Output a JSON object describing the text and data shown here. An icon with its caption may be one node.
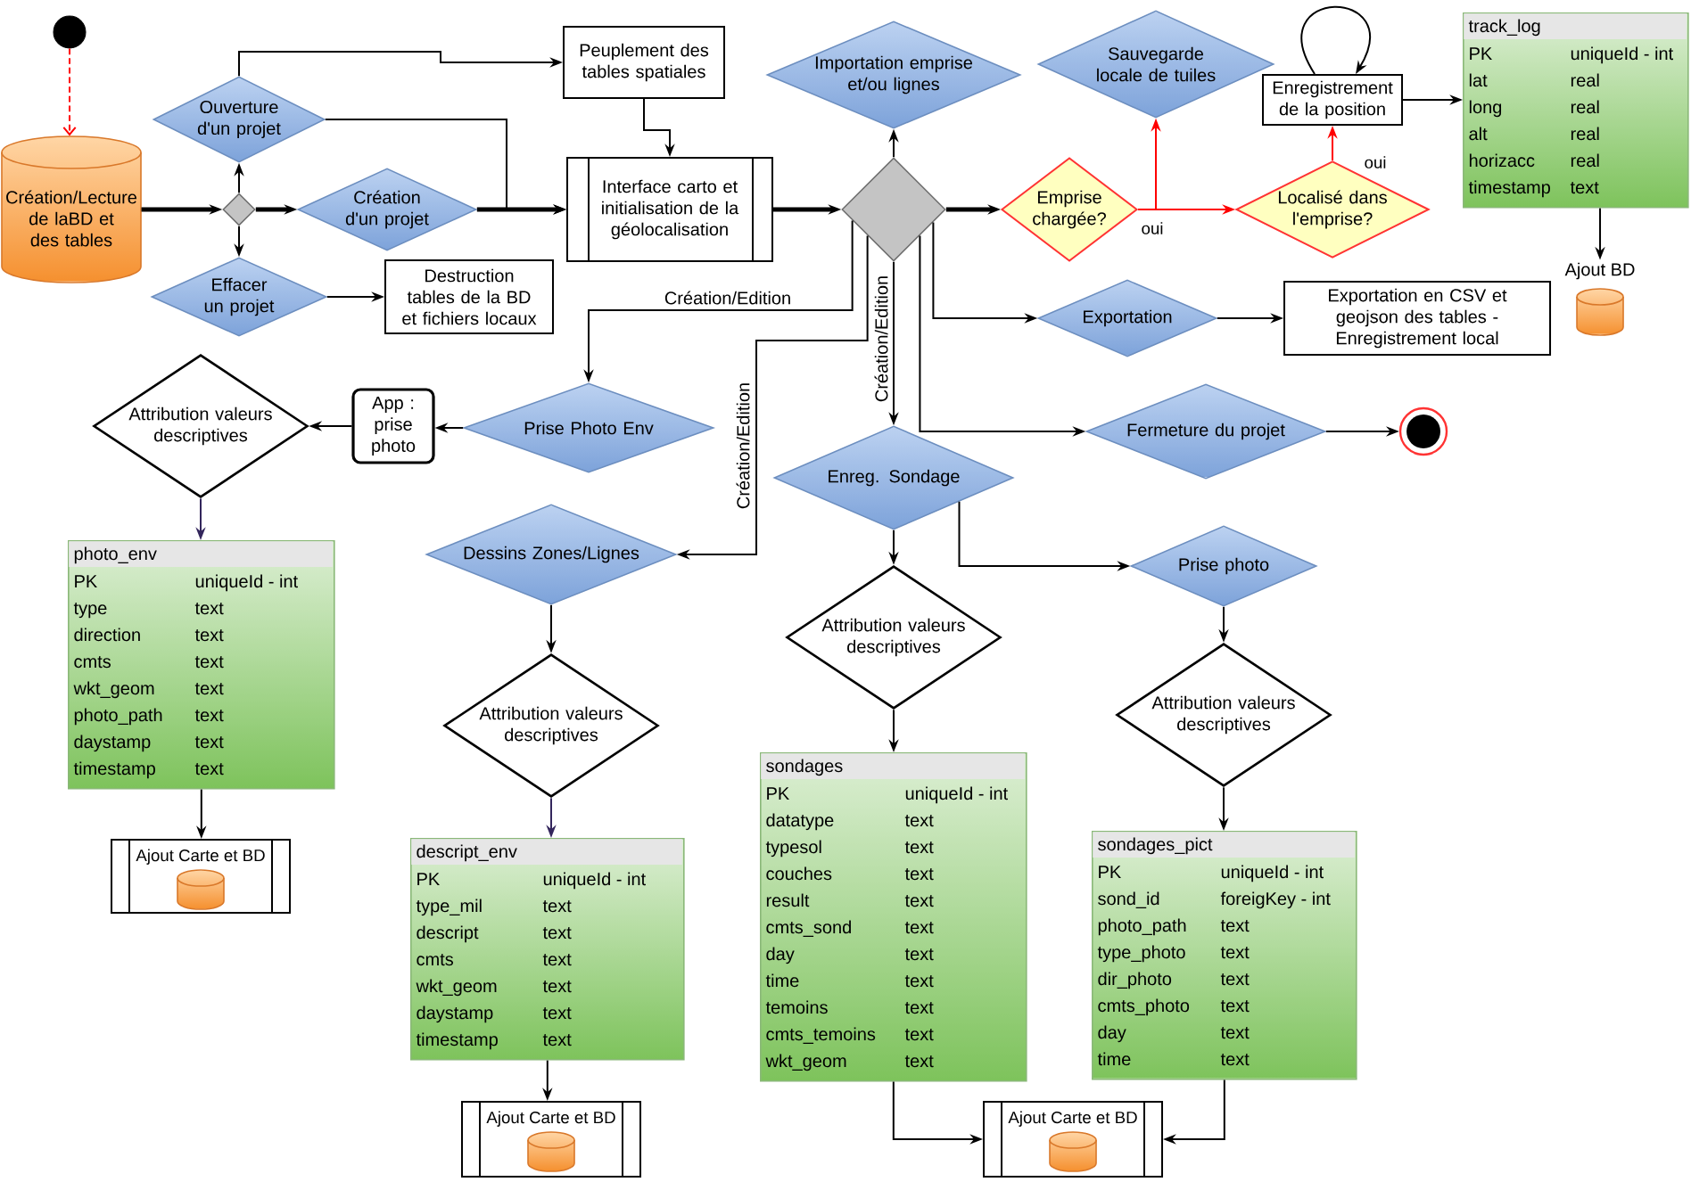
{
  "diagram": {
    "nodes": [
      {
        "text": [],
        "shape": "circle"
      },
      {
        "text": [
          "Création/Lecture de laBD et des tables"
        ]
      },
      {
        "text": [],
        "shape": "diamond"
      },
      {
        "text": [
          "Ouverture d'un projet"
        ]
      },
      {
        "text": [
          "Création d'un projet"
        ]
      },
      {
        "text": [
          "Effacer un projet"
        ]
      },
      {
        "text": [
          "Peuplement des tables spatiales"
        ]
      },
      {
        "text": [
          "Interface carto et initialisation de la géolocalisation"
        ]
      },
      {
        "text": [
          "Destruction tables de la BD et fichiers locaux"
        ]
      },
      {
        "text": [],
        "shape": "diamond"
      },
      {
        "text": [
          "Importation emprise et/ou lignes"
        ]
      },
      {
        "text": [
          "Sauvegarde locale de tuiles"
        ]
      },
      {
        "text": [
          "Emprise chargée?"
        ]
      },
      {
        "text": [
          "Localisé dans l'emprise?"
        ]
      },
      {
        "text": [
          "Enregistrement de la position"
        ]
      },
      {
        "text": [
          "track_log",
          "PK",
          "uniqueId - int",
          "lat",
          "real",
          "long",
          "real",
          "alt",
          "real",
          "horizacc",
          "real",
          "timestamp",
          "text"
        ]
      },
      {
        "text": [
          "Ajout BD"
        ]
      },
      {
        "text": [
          "Exportation"
        ]
      },
      {
        "text": [
          "Exportation en CSV et geojson des tables - Enregistrement local"
        ]
      },
      {
        "text": [
          "Fermeture du projet"
        ]
      },
      {
        "text": [],
        "shape": "circle"
      },
      {
        "text": [
          "Prise Photo Env"
        ]
      },
      {
        "text": [
          "App : prise photo"
        ]
      },
      {
        "text": [
          "Attribution valeurs descriptives"
        ]
      },
      {
        "text": [
          "photo_env",
          "PK",
          "uniqueId - int",
          "type",
          "text",
          "direction",
          "text",
          "cmts",
          "text",
          "wkt_geom",
          "text",
          "photo_path",
          "text",
          "daystamp",
          "text",
          "timestamp",
          "text"
        ]
      },
      {
        "text": [
          "Ajout Carte et BD"
        ]
      },
      {
        "text": [
          "Enreg. Sondage"
        ]
      },
      {
        "text": [
          "Dessins Zones/Lignes"
        ]
      },
      {
        "text": [
          "Prise photo"
        ]
      },
      {
        "text": [
          "Attribution valeurs descriptives"
        ]
      },
      {
        "text": [
          "Attribution valeurs descriptives"
        ]
      },
      {
        "text": [
          "Attribution valeurs descriptives"
        ]
      },
      {
        "text": [
          "descript_env",
          "PK",
          "uniqueId - int",
          "type_mil",
          "text",
          "descript",
          "text",
          "cmts",
          "text",
          "wkt_geom",
          "text",
          "daystamp",
          "text",
          "timestamp",
          "text"
        ]
      },
      {
        "text": [
          "sondages",
          "PK",
          "uniqueId - int",
          "datatype",
          "text",
          "typesol",
          "text",
          "couches",
          "text",
          "result",
          "text",
          "cmts_sond",
          "text",
          "day",
          "text",
          "time",
          "text",
          "temoins",
          "text",
          "cmts_temoins",
          "text",
          "wkt_geom",
          "text"
        ]
      },
      {
        "text": [
          "sondages_pict",
          "PK",
          "uniqueId - int",
          "sond_id",
          "foreigKey - int",
          "photo_path",
          "text",
          "type_photo",
          "text",
          "dir_photo",
          "text",
          "cmts_photo",
          "text",
          "day",
          "text",
          "time",
          "text"
        ]
      },
      {
        "text": [
          "Ajout Carte et BD"
        ]
      },
      {
        "text": [
          "Ajout Carte et BD"
        ]
      }
    ],
    "edges": [
      {
        "from": 0,
        "to": 1,
        "arrow": "to",
        "style": "dashed",
        "color": "#ff0000"
      },
      {
        "from": 1,
        "to": 2,
        "arrow": "to",
        "style": "thick"
      },
      {
        "from": 2,
        "to": 3,
        "arrow": "to"
      },
      {
        "from": 2,
        "to": 4,
        "arrow": "to",
        "style": "thick"
      },
      {
        "from": 2,
        "to": 5,
        "arrow": "to"
      },
      {
        "from": 3,
        "to": 6,
        "arrow": "to"
      },
      {
        "from": 3,
        "to": 7,
        "arrow": "to"
      },
      {
        "from": 4,
        "to": 7,
        "arrow": "to",
        "style": "thick"
      },
      {
        "from": 5,
        "to": 8,
        "arrow": "to"
      },
      {
        "from": 6,
        "to": 7,
        "arrow": "to"
      },
      {
        "from": 7,
        "to": 9,
        "arrow": "to",
        "style": "thick"
      },
      {
        "from": 9,
        "to": 10,
        "arrow": "to"
      },
      {
        "from": 9,
        "to": 12,
        "arrow": "to",
        "style": "thick"
      },
      {
        "from": 12,
        "to": 11,
        "arrow": "to",
        "color": "#ff0000"
      },
      {
        "from": 12,
        "to": 13,
        "arrow": "to",
        "label": "oui",
        "color": "#ff0000"
      },
      {
        "from": 13,
        "to": 14,
        "arrow": "to",
        "label": "oui",
        "color": "#ff0000"
      },
      {
        "from": 14,
        "to": 14,
        "arrow": "to"
      },
      {
        "from": 14,
        "to": 15,
        "arrow": "to"
      },
      {
        "from": 15,
        "to": 16,
        "arrow": "to"
      },
      {
        "from": 9,
        "to": 17,
        "arrow": "to"
      },
      {
        "from": 17,
        "to": 18,
        "arrow": "to"
      },
      {
        "from": 9,
        "to": 19,
        "arrow": "to"
      },
      {
        "from": 19,
        "to": 20,
        "arrow": "to"
      },
      {
        "from": 9,
        "to": 21,
        "arrow": "to",
        "label": "Création/Edition"
      },
      {
        "from": 21,
        "to": 22,
        "arrow": "to"
      },
      {
        "from": 22,
        "to": 23,
        "arrow": "to"
      },
      {
        "from": 23,
        "to": 24,
        "arrow": "to",
        "color": "#33265c"
      },
      {
        "from": 24,
        "to": 25,
        "arrow": "to"
      },
      {
        "from": 9,
        "to": 26,
        "arrow": "to",
        "label": "Création/Edition"
      },
      {
        "from": 9,
        "to": 27,
        "arrow": "to",
        "label": "Création/Edition"
      },
      {
        "from": 26,
        "to": 28,
        "arrow": "to"
      },
      {
        "from": 26,
        "to": 30,
        "arrow": "to"
      },
      {
        "from": 27,
        "to": 29,
        "arrow": "to"
      },
      {
        "from": 28,
        "to": 31,
        "arrow": "to"
      },
      {
        "from": 29,
        "to": 32,
        "arrow": "to",
        "color": "#33265c"
      },
      {
        "from": 30,
        "to": 33,
        "arrow": "to"
      },
      {
        "from": 31,
        "to": 34,
        "arrow": "to"
      },
      {
        "from": 32,
        "to": 35,
        "arrow": "to"
      },
      {
        "from": 33,
        "to": 36,
        "arrow": "to"
      },
      {
        "from": 34,
        "to": 36,
        "arrow": "to"
      }
    ]
  }
}
